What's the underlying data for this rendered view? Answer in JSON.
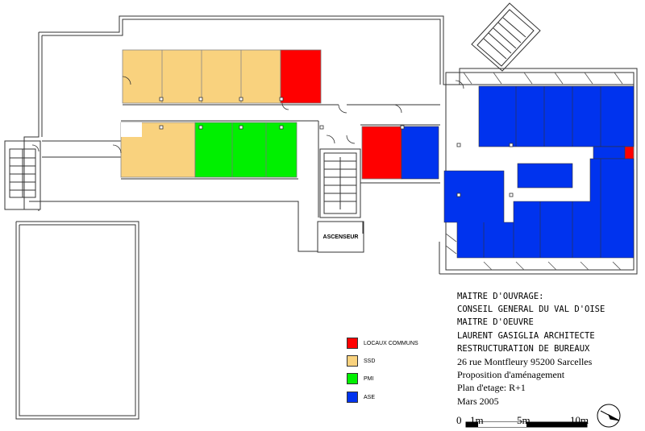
{
  "legend": [
    {
      "label": "LOCAUX COMMUNS",
      "color": "#ff0000"
    },
    {
      "label": "SSD",
      "color": "#f9d27e"
    },
    {
      "label": "PMI",
      "color": "#00f000"
    },
    {
      "label": "ASE",
      "color": "#0033ee"
    }
  ],
  "plan": {
    "ascenseur_label": "ASCENSEUR"
  },
  "title_block": {
    "line1": "MAITRE D'OUVRAGE:",
    "line2": "CONSEIL GENERAL DU VAL D'OISE",
    "line3": "MAITRE D'OEUVRE",
    "line4": "LAURENT GASIGLIA ARCHITECTE",
    "line5": "RESTRUCTURATION DE BUREAUX",
    "line6": "26 rue Montfleury 95200 Sarcelles",
    "line7": "Proposition d'aménagement",
    "line8": "Plan d'etage: R+1",
    "line9": "Mars 2005"
  },
  "scale": {
    "label_0": "0",
    "label_1": "1m",
    "label_5": "5m",
    "label_10": "10m"
  }
}
